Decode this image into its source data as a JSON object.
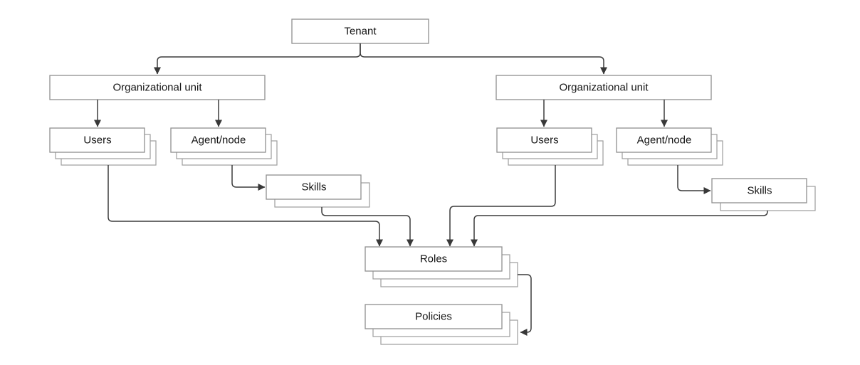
{
  "diagram": {
    "type": "hierarchy-flowchart",
    "colors": {
      "background": "#ffffff",
      "box_fill": "#ffffff",
      "box_border": "#8f8f8f",
      "stack_copy_border": "#9d9d9d",
      "connector": "#3c3c3c",
      "text": "#141414"
    },
    "nodes": {
      "tenant": {
        "label": "Tenant",
        "stacked": false
      },
      "ou_left": {
        "label": "Organizational unit",
        "stacked": false
      },
      "ou_right": {
        "label": "Organizational unit",
        "stacked": false
      },
      "users_left": {
        "label": "Users",
        "stacked": true
      },
      "agent_left": {
        "label": "Agent/node",
        "stacked": true
      },
      "skills_left": {
        "label": "Skills",
        "stacked": true
      },
      "users_right": {
        "label": "Users",
        "stacked": true
      },
      "agent_right": {
        "label": "Agent/node",
        "stacked": true
      },
      "skills_right": {
        "label": "Skills",
        "stacked": true
      },
      "roles": {
        "label": "Roles",
        "stacked": true
      },
      "policies": {
        "label": "Policies",
        "stacked": true
      }
    },
    "edges": [
      {
        "from": "tenant",
        "to": "ou_left"
      },
      {
        "from": "tenant",
        "to": "ou_right"
      },
      {
        "from": "ou_left",
        "to": "users_left"
      },
      {
        "from": "ou_left",
        "to": "agent_left"
      },
      {
        "from": "ou_right",
        "to": "users_right"
      },
      {
        "from": "ou_right",
        "to": "agent_right"
      },
      {
        "from": "agent_left",
        "to": "skills_left"
      },
      {
        "from": "agent_right",
        "to": "skills_right"
      },
      {
        "from": "users_left",
        "to": "roles"
      },
      {
        "from": "skills_left",
        "to": "roles"
      },
      {
        "from": "users_right",
        "to": "roles"
      },
      {
        "from": "skills_right",
        "to": "roles"
      },
      {
        "from": "roles",
        "to": "policies"
      }
    ]
  }
}
